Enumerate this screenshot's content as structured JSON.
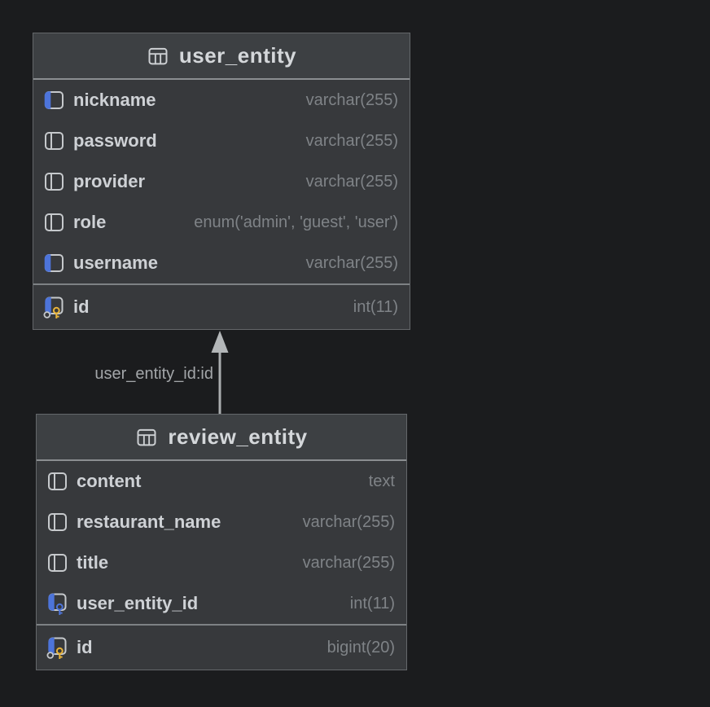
{
  "relationship": {
    "label": "user_entity_id:id",
    "from_table": "review_entity",
    "to_table": "user_entity"
  },
  "tables": [
    {
      "name": "user_entity",
      "header_icon": "table-grid-icon",
      "columns": [
        {
          "name": "nickname",
          "type": "varchar(255)",
          "icon": "indexed-column-icon"
        },
        {
          "name": "password",
          "type": "varchar(255)",
          "icon": "column-icon"
        },
        {
          "name": "provider",
          "type": "varchar(255)",
          "icon": "column-icon"
        },
        {
          "name": "role",
          "type": "enum('admin', 'guest', 'user')",
          "icon": "column-icon"
        },
        {
          "name": "username",
          "type": "varchar(255)",
          "icon": "indexed-column-icon"
        }
      ],
      "primary_key": {
        "name": "id",
        "type": "int(11)",
        "icon": "primary-key-gold-key-icon"
      }
    },
    {
      "name": "review_entity",
      "header_icon": "table-grid-icon",
      "columns": [
        {
          "name": "content",
          "type": "text",
          "icon": "column-icon"
        },
        {
          "name": "restaurant_name",
          "type": "varchar(255)",
          "icon": "column-icon"
        },
        {
          "name": "title",
          "type": "varchar(255)",
          "icon": "column-icon"
        },
        {
          "name": "user_entity_id",
          "type": "int(11)",
          "icon": "foreign-key-blue-key-icon"
        }
      ],
      "primary_key": {
        "name": "id",
        "type": "bigint(20)",
        "icon": "primary-key-gold-key-icon"
      }
    }
  ],
  "colors": {
    "canvas_bg": "#1b1c1e",
    "table_bg": "#37393c",
    "header_bg": "#3d4043",
    "border": "#64676a",
    "separator": "#8b8e91",
    "name_text": "#ced1d5",
    "type_text": "#7f8387",
    "title_text": "#d4d7da",
    "arrow": "#aaadaf",
    "index_blue": "#4d74da",
    "key_gold": "#e8b339",
    "key_blue": "#4d74da"
  }
}
